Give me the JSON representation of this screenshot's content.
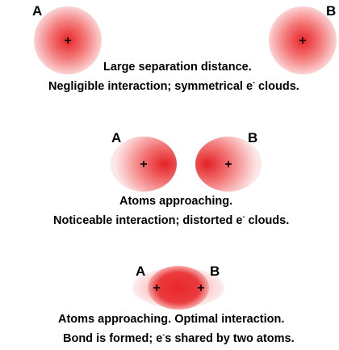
{
  "panels": [
    {
      "label_a": "A",
      "label_b": "B",
      "caption_line1": "Large separation distance.",
      "caption_line2_pre": "Negligible interaction; symmetrical e",
      "caption_line2_sup": "-",
      "caption_line2_post": " clouds."
    },
    {
      "label_a": "A",
      "label_b": "B",
      "caption_line1": "Atoms approaching.",
      "caption_line2_pre": "Noticeable interaction; distorted e",
      "caption_line2_sup": "-",
      "caption_line2_post": " clouds."
    },
    {
      "label_a": "A",
      "label_b": "B",
      "caption_line1": "Atoms approaching. Optimal interaction.",
      "caption_line2_pre": "Bond is formed; e",
      "caption_line2_sup": "-",
      "caption_line2_post": "s shared by two atoms."
    }
  ],
  "colors": {
    "cloud_core": "#e8262a",
    "cloud_edge": "#fde3e3"
  }
}
